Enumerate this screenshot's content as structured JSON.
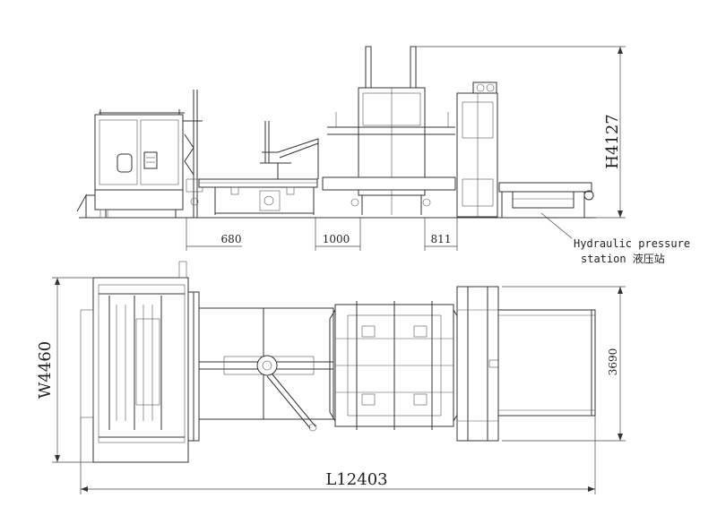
{
  "dimensions": {
    "height": "H4127",
    "width": "W4460",
    "length": "L12403",
    "side_3690": "3690",
    "gap_680": "680",
    "gap_1000": "1000",
    "gap_811": "811"
  },
  "note": {
    "line1": "Hydraulic pressure",
    "line2": "station 液压站"
  }
}
